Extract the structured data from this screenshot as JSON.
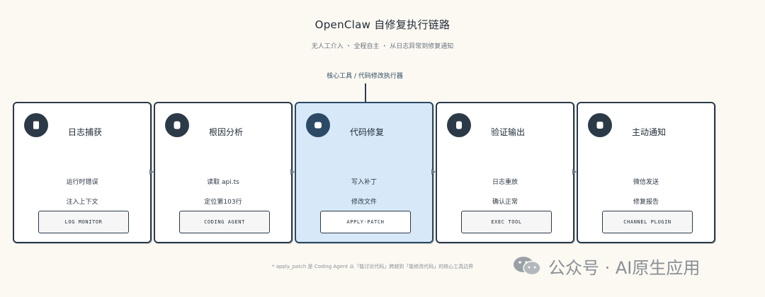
{
  "header": {
    "title": "OpenClaw 自修复执行链路",
    "subtitle": "无人工介入 ・ 全程自主 ・ 从日志异常到修复通知"
  },
  "core_label": "核心工具 / 代码修改执行器",
  "steps": [
    {
      "title": "日志捕获",
      "line1": "运行时错误",
      "line2": "注入上下文",
      "tool": "LOG MONITOR",
      "icon": "document-icon"
    },
    {
      "title": "根因分析",
      "line1": "读取 api.ts",
      "line2": "定位第103行",
      "tool": "CODING AGENT",
      "icon": "search-icon"
    },
    {
      "title": "代码修复",
      "line1": "写入补丁",
      "line2": "修改文件",
      "tool": "APPLY-PATCH",
      "icon": "wrench-icon"
    },
    {
      "title": "验证输出",
      "line1": "日志重放",
      "line2": "确认正常",
      "tool": "EXEC TOOL",
      "icon": "check-icon"
    },
    {
      "title": "主动通知",
      "line1": "微信发送",
      "line2": "修复报告",
      "tool": "CHANNEL PLUGIN",
      "icon": "bell-icon"
    }
  ],
  "footnote": "* apply_patch 是 Coding Agent 从「能讨论代码」跨越到「能修改代码」的核心工具边界",
  "watermark": "公众号 · AI原生应用",
  "colors": {
    "background": "#fcf9f2",
    "active_card": "#d7e9f8",
    "border": "#2b3a4a"
  }
}
